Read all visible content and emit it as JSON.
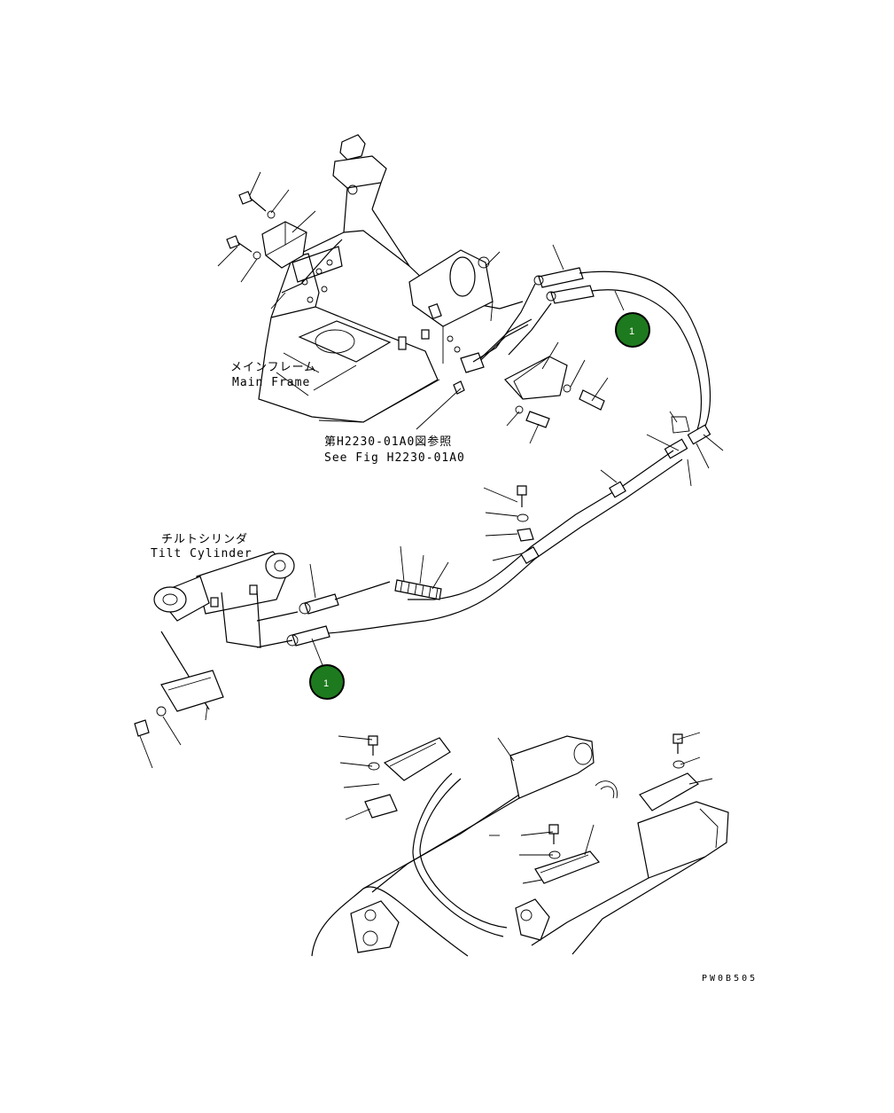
{
  "labels": {
    "main_frame_jp": "メインフレーム",
    "main_frame_en": "Main Frame",
    "see_fig_jp": "第H2230-01A0図参照",
    "see_fig_en": "See Fig H2230-01A0",
    "tilt_cylinder_jp": "チルトシリンダ",
    "tilt_cylinder_en": "Tilt Cylinder"
  },
  "callouts": [
    {
      "number": "1",
      "color": "#1e7a1e"
    },
    {
      "number": "1",
      "color": "#1e7a1e"
    }
  ],
  "drawing_code": "PW0B505"
}
